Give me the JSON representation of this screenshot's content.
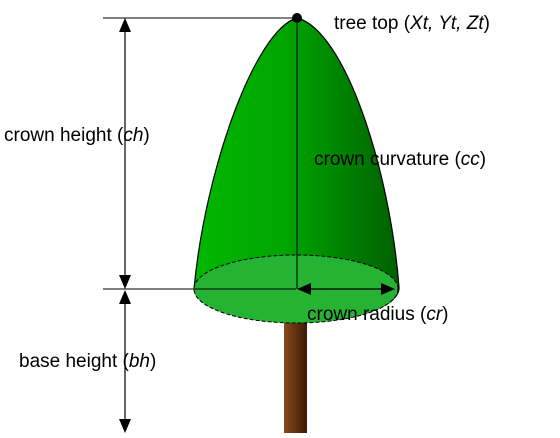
{
  "labels": {
    "tree_top": {
      "prefix": "tree top (",
      "var": "Xt,  Yt, Zt",
      "suffix": ")"
    },
    "crown_height": {
      "prefix": "crown height (",
      "var": "ch",
      "suffix": ")"
    },
    "crown_curvature": {
      "prefix": "crown curvature (",
      "var": "cc",
      "suffix": ")"
    },
    "crown_radius": {
      "prefix": "crown radius (",
      "var": "cr",
      "suffix": ")"
    },
    "base_height": {
      "prefix": "base height (",
      "var": "bh",
      "suffix": ")"
    }
  },
  "colors": {
    "crown_light": "#00c000",
    "crown_mid": "#00a000",
    "crown_dark": "#006400",
    "crown_base": "#22bb33",
    "trunk_light": "#8b4513",
    "trunk_dark": "#3a1a05",
    "line": "#000000"
  }
}
